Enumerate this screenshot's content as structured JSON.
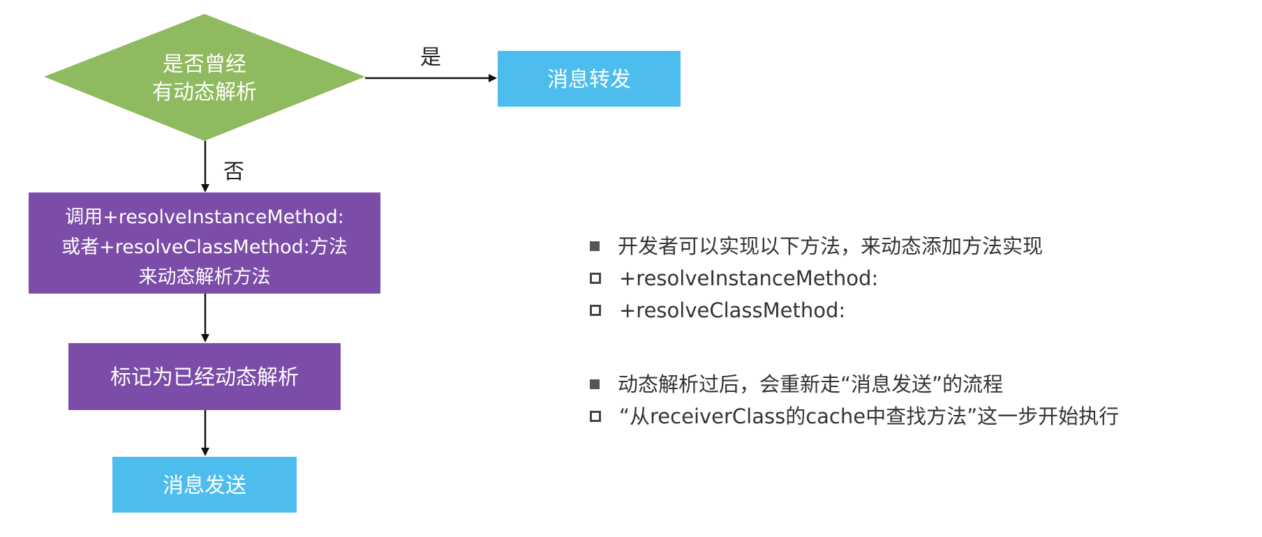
{
  "colors": {
    "decision_fill": "#8fba5f",
    "process_fill": "#7b4da8",
    "terminal_fill": "#4dbdee",
    "arrow": "#111111",
    "note_text": "#333333"
  },
  "diagram": {
    "decision": {
      "line1": "是否曾经",
      "line2": "有动态解析"
    },
    "yes_label": "是",
    "no_label": "否",
    "forward_box": "消息转发",
    "resolve_box": {
      "line1": "调用+resolveInstanceMethod:",
      "line2": "或者+resolveClassMethod:方法",
      "line3": "来动态解析方法"
    },
    "mark_box": "标记为已经动态解析",
    "send_box": "消息发送"
  },
  "notes": {
    "group1": {
      "title": "开发者可以实现以下方法，来动态添加方法实现",
      "items": [
        "+resolveInstanceMethod:",
        "+resolveClassMethod:"
      ]
    },
    "group2": {
      "title": "动态解析过后，会重新走“消息发送”的流程",
      "items": [
        "“从receiverClass的cache中查找方法”这一步开始执行"
      ]
    }
  }
}
